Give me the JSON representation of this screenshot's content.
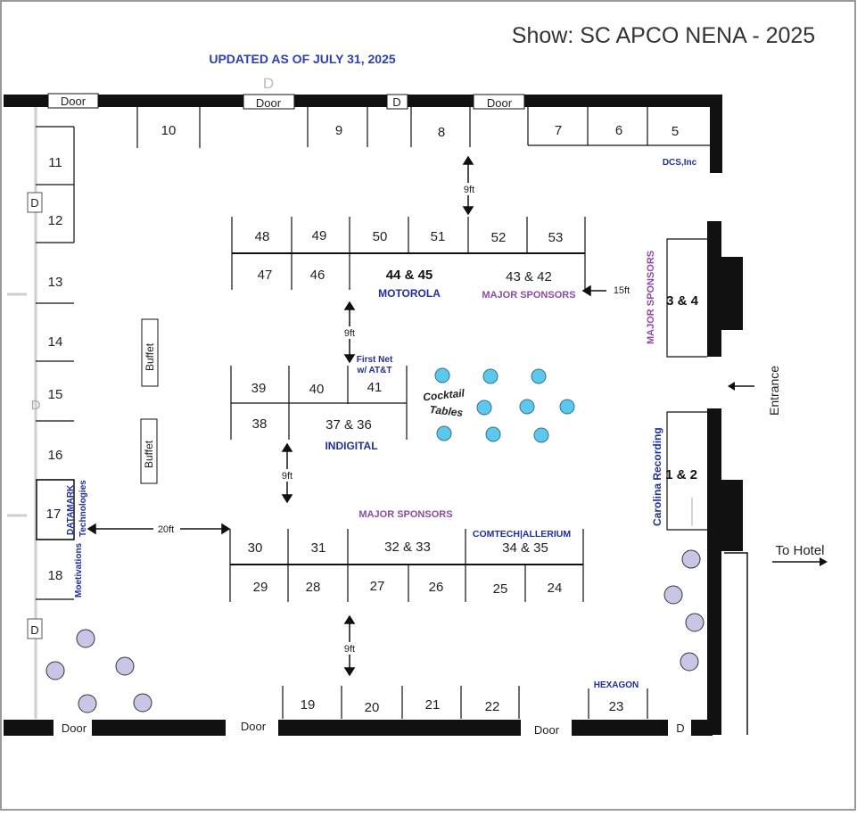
{
  "header": {
    "show_title": "Show:  SC APCO NENA - 2025",
    "updated": "UPDATED AS OF JULY 31, 2025"
  },
  "doors": {
    "top_door_1": "Door",
    "top_door_2": "Door",
    "top_door_3": "Door",
    "top_d_1": "D",
    "top_d_2": "D",
    "bottom_door_1": "Door",
    "bottom_door_2": "Door",
    "bottom_door_3": "Door",
    "bottom_d": "D",
    "left_d_1": "D",
    "left_d_2": "D",
    "left_d_3": "D"
  },
  "booths": {
    "b5": "5",
    "b6": "6",
    "b7": "7",
    "b8": "8",
    "b9": "9",
    "b10": "10",
    "b11": "11",
    "b12": "12",
    "b13": "13",
    "b14": "14",
    "b15": "15",
    "b16": "16",
    "b17": "17",
    "b18": "18",
    "b19": "19",
    "b20": "20",
    "b21": "21",
    "b22": "22",
    "b23": "23",
    "b24": "24",
    "b25": "25",
    "b26": "26",
    "b27": "27",
    "b28": "28",
    "b29": "29",
    "b30": "30",
    "b31": "31",
    "b32_33": "32 & 33",
    "b34_35": "34 & 35",
    "b36_37": "37 & 36",
    "b38": "38",
    "b39": "39",
    "b40": "40",
    "b41": "41",
    "b42_43": "43 & 42",
    "b44_45": "44 & 45",
    "b46": "46",
    "b47": "47",
    "b48": "48",
    "b49": "49",
    "b50": "50",
    "b51": "51",
    "b52": "52",
    "b53": "53",
    "b1_2": "1 & 2",
    "b3_4": "3 & 4"
  },
  "labels": {
    "dcs": "DCS,Inc",
    "motorola": "MOTOROLA",
    "major_sponsors_1": "MAJOR SPONSORS",
    "major_sponsors_2": "MAJOR SPONSORS",
    "major_sponsors_3": "MAJOR SPONSORS",
    "first_net_1": "First Net",
    "first_net_2": "w/ AT&T",
    "indigital": "INDIGITAL",
    "comtech": "COMTECH|ALLERIUM",
    "hexagon": "HEXAGON",
    "carolina": "Carolina Recording",
    "datamark_1": "DATAMARK",
    "datamark_2": "Technologies",
    "moetivations": "Moetivations",
    "cocktail_1": "Cocktail",
    "cocktail_2": "Tables",
    "buffet_1": "Buffet",
    "buffet_2": "Buffet",
    "entrance": "Entrance",
    "to_hotel": "To Hotel"
  },
  "distances": {
    "d1": "9ft",
    "d2": "15ft",
    "d3": "9ft",
    "d4": "9ft",
    "d5": "20ft",
    "d6": "9ft"
  },
  "colors": {
    "wall": "#111111",
    "sponsor_blue": "#1f2f9c",
    "sponsor_purple": "#8e4aa6",
    "cocktail_table": "#5bc8ee",
    "round_table": "#c8c6e6"
  }
}
